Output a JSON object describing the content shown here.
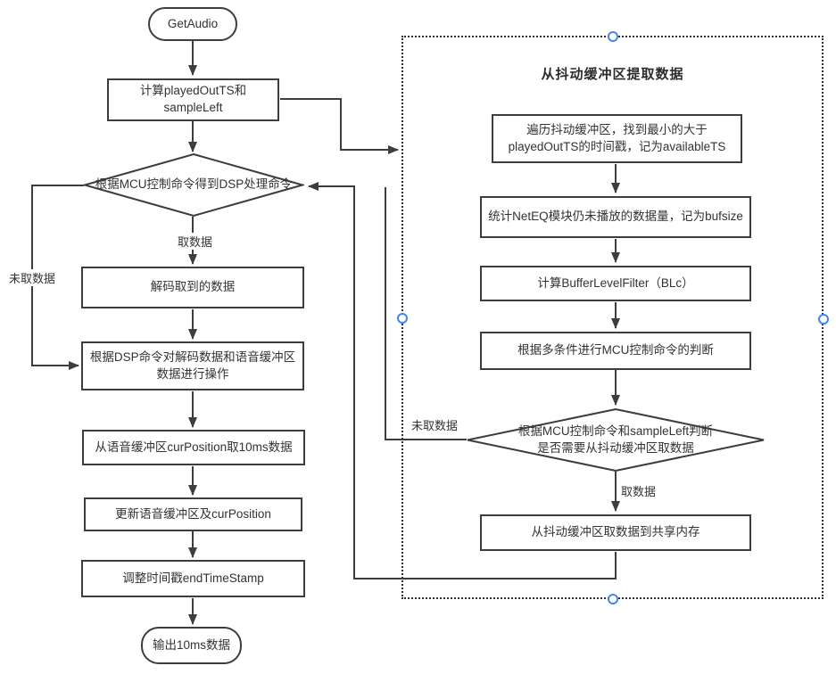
{
  "diagram": {
    "group_title": "从抖动缓冲区提取数据",
    "nodes": {
      "start": "GetAudio",
      "calc_ts": "计算playedOutTS和\nsampleLeft",
      "mcu_to_dsp": "根据MCU控制命令得到DSP处理命令",
      "decode": "解码取到的数据",
      "dsp_operate": "根据DSP命令对解码数据和语音缓冲区\n数据进行操作",
      "fetch_10ms": "从语音缓冲区curPosition取10ms数据",
      "update_buffer": "更新语音缓冲区及curPosition",
      "adjust_ts": "调整时间戳endTimeStamp",
      "end": "输出10ms数据",
      "traverse": "遍历抖动缓冲区，找到最小的大于\nplayedOutTS的时间戳，记为availableTS",
      "bufsize": "统计NetEQ模块仍未播放的数据量，记为bufsize",
      "blc": "计算BufferLevelFilter（BLc）",
      "mcu_judge": "根据多条件进行MCU控制命令的判断",
      "need_fetch": "根据MCU控制命令和sampleLeft判断\n是否需要从抖动缓冲区取数据",
      "to_shared": "从抖动缓冲区取数据到共享内存"
    },
    "edge_labels": {
      "take_data_left": "取数据",
      "no_data_left": "未取数据",
      "take_data_right": "取数据",
      "no_data_right": "未取数据"
    },
    "colors": {
      "stroke": "#3d3d3d",
      "handle_blue": "#4285f4"
    }
  }
}
